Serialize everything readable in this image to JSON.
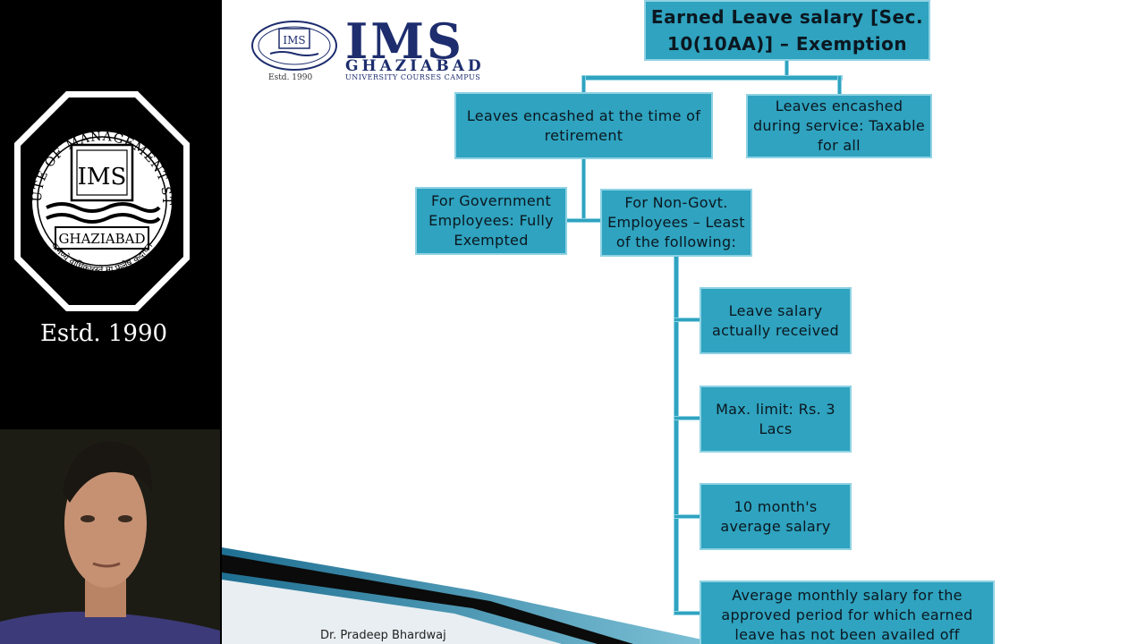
{
  "seal": {
    "arc_text": "INSTITUTE OF MANAGEMENT STUDIES",
    "center_text": "IMS",
    "banner_text": "GHAZIABAD",
    "motto": "कर्मण्ये वाधिकारस्ते मा फलेषु कदाचन",
    "estd": "Estd. 1990"
  },
  "slide": {
    "logo": {
      "seal_text": "IMS",
      "name": "IMS",
      "city": "GHAZIABAD",
      "campus": "UNIVERSITY COURSES CAMPUS",
      "estd": "Estd. 1990"
    },
    "title": "Earned Leave salary [Sec. 10(10AA)] – Exemption",
    "branches": {
      "retirement": "Leaves encashed  at the time of retirement",
      "service": "Leaves encashed during service: Taxable for all"
    },
    "sub_branches": {
      "govt": "For Government Employees: Fully Exempted",
      "non_govt": "For Non-Govt. Employees – Least of the following:"
    },
    "conditions": [
      "Leave salary actually received",
      "Max. limit: Rs. 3 Lacs",
      "10 month's average salary",
      "Average monthly salary for the approved period for which earned leave has not been availed off"
    ],
    "author": "Dr. Pradeep Bhardwaj"
  },
  "colors": {
    "box_fill": "#2fa3bf",
    "box_border": "#8fd2e4",
    "logo_blue": "#1d2d6e"
  }
}
